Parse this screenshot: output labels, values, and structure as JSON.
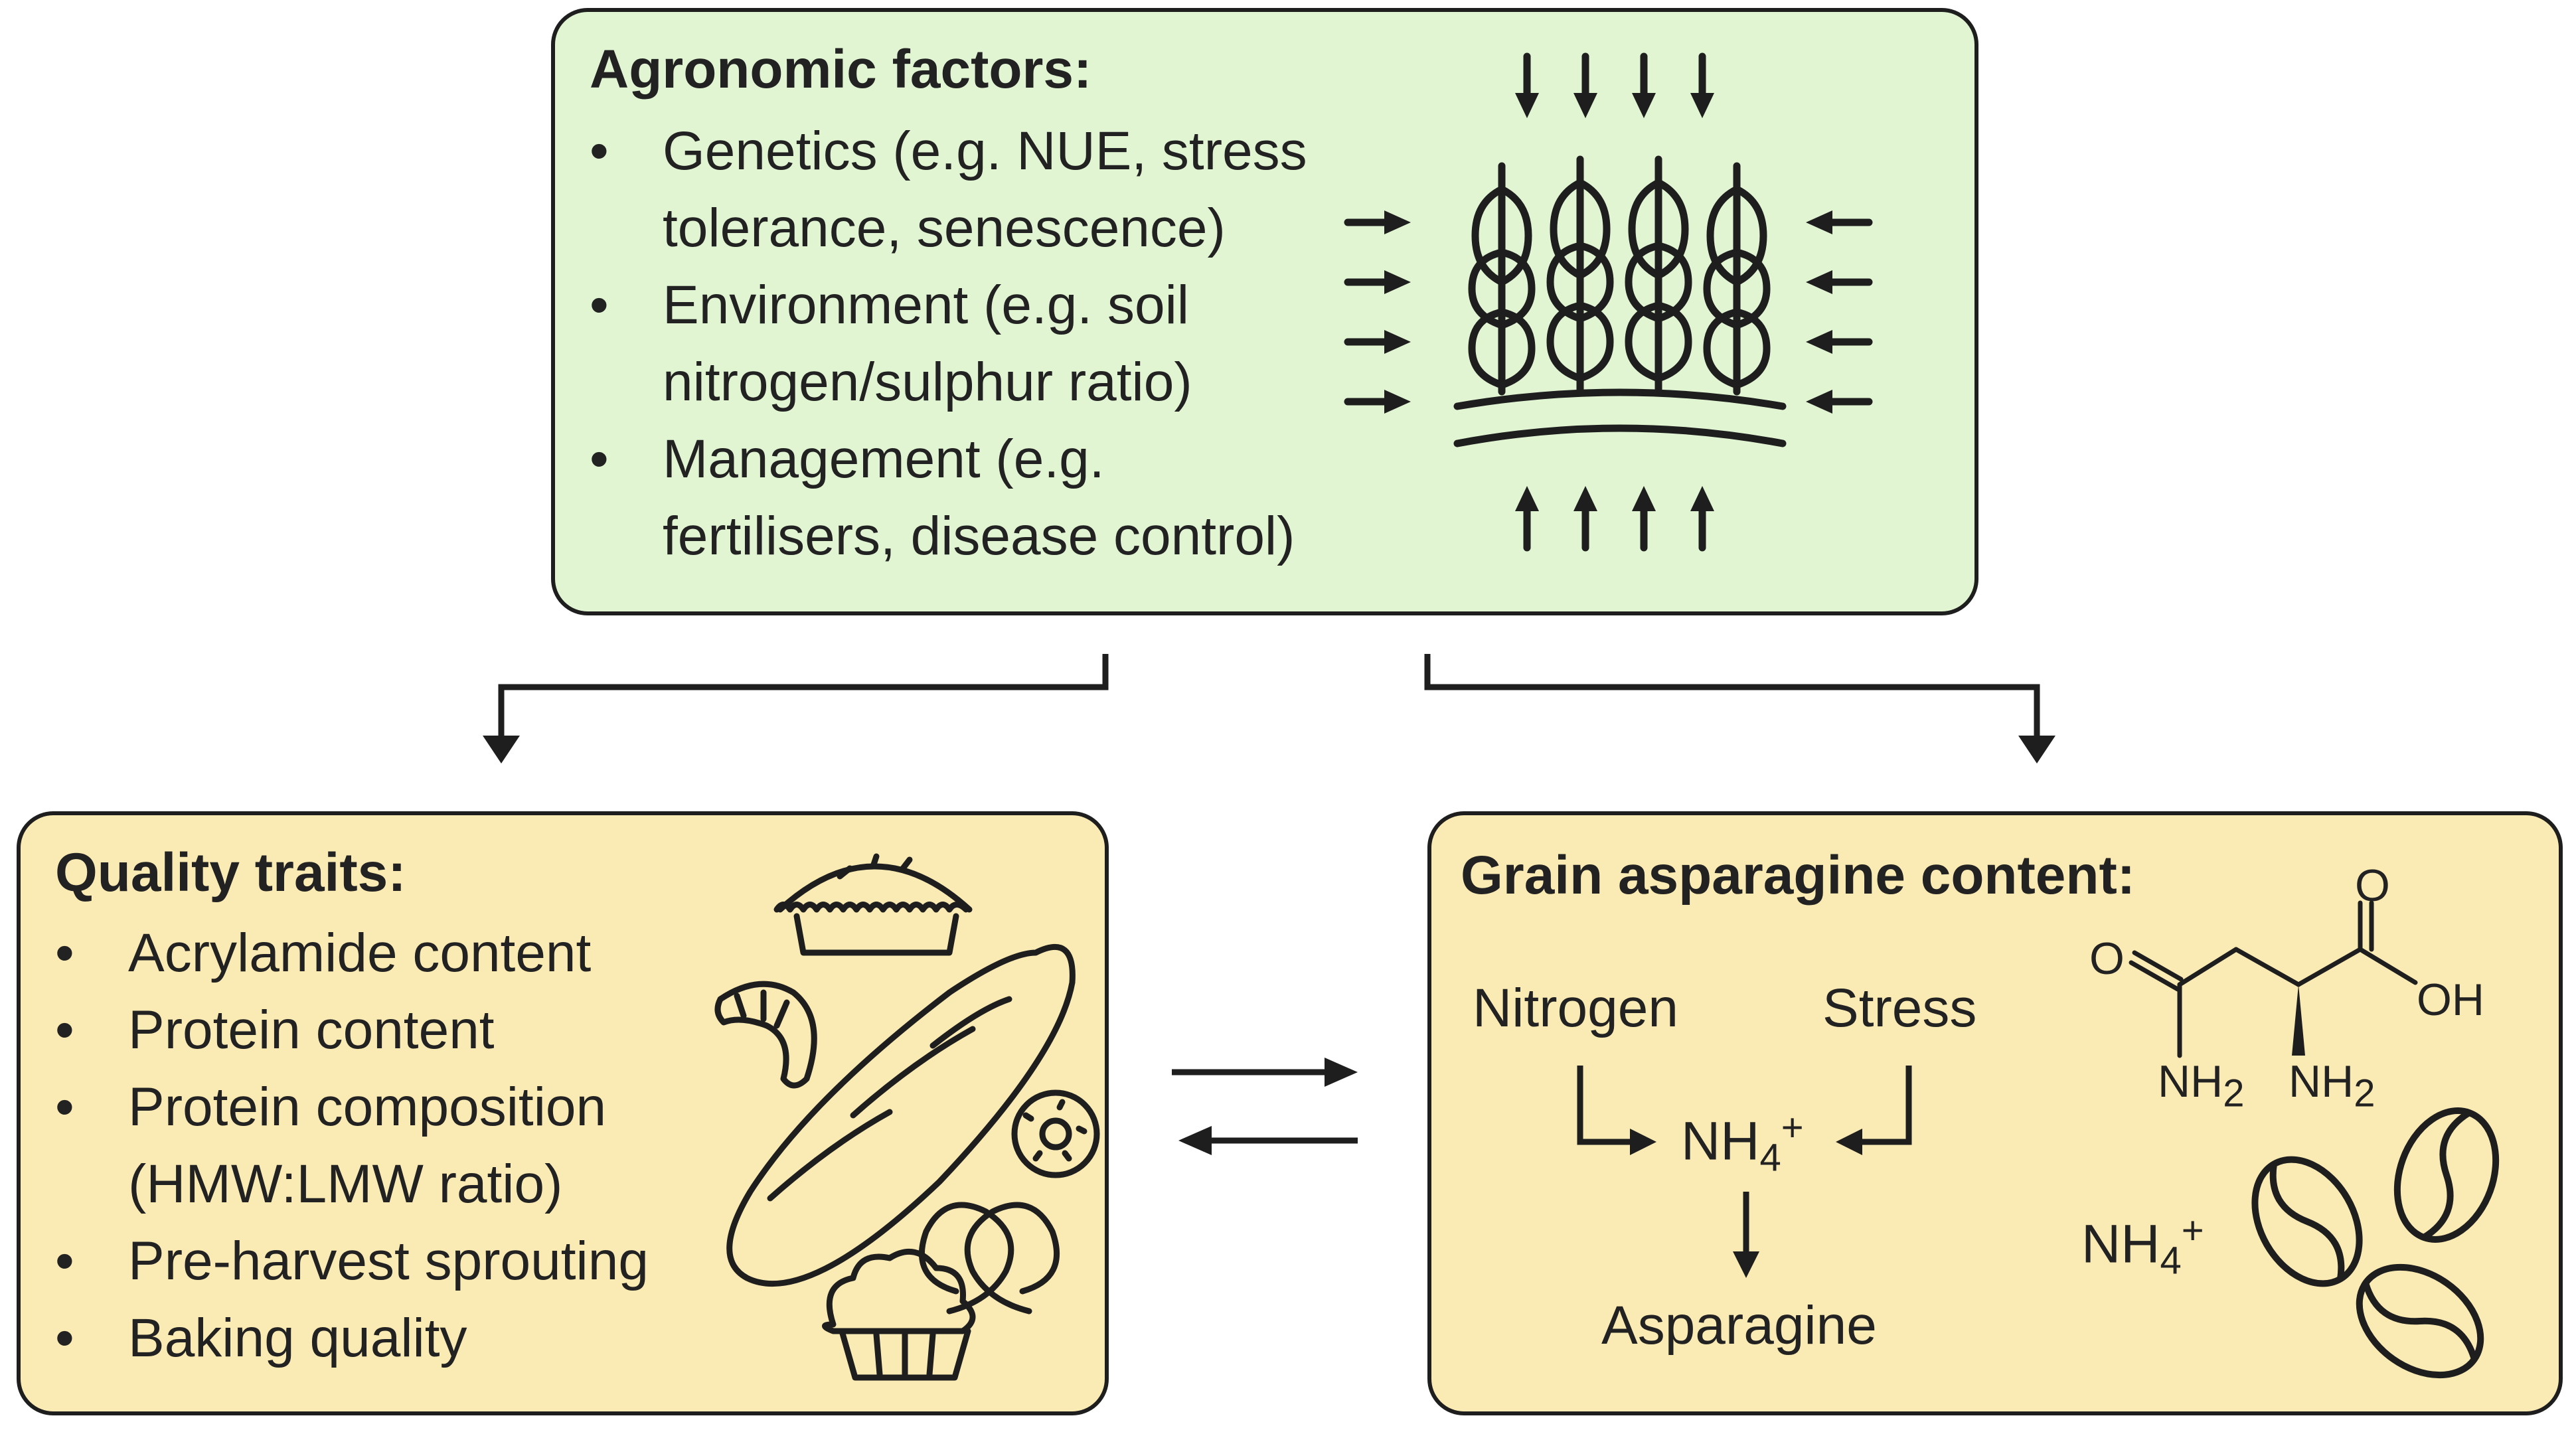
{
  "top_box": {
    "heading": "Agronomic factors:",
    "items": [
      {
        "line1": "Genetics (e.g. NUE, stress",
        "line2": "tolerance, senescence)"
      },
      {
        "line1": "Environment (e.g. soil",
        "line2": "nitrogen/sulphur ratio)"
      },
      {
        "line1": "Management (e.g.",
        "line2": "fertilisers, disease control)"
      }
    ],
    "icon": "wheat-field-icon"
  },
  "left_box": {
    "heading": "Quality traits:",
    "items": [
      {
        "line1": "Acrylamide content"
      },
      {
        "line1": "Protein content"
      },
      {
        "line1": "Protein composition",
        "line2": "(HMW:LMW ratio)"
      },
      {
        "line1": "Pre-harvest sprouting"
      },
      {
        "line1": "Baking quality"
      }
    ],
    "icons": [
      "pie-icon",
      "croissant-icon",
      "baguette-icon",
      "donut-icon",
      "pretzel-icon",
      "muffin-icon"
    ]
  },
  "right_box": {
    "heading": "Grain asparagine content:",
    "nitrogen": "Nitrogen",
    "stress": "Stress",
    "nh4_base": "NH",
    "nh4_sub": "4",
    "nh4_sup": "+",
    "asparagine": "Asparagine",
    "structure": {
      "o_top": "O",
      "o_left": "O",
      "oh": "OH",
      "nh2_left": "NH",
      "nh2_right": "NH",
      "nh2_sub": "2"
    },
    "nh4b_base": "NH",
    "nh4b_sub": "4",
    "nh4b_sup": "+",
    "icons": [
      "asparagine-structure-icon",
      "coffee-bean-icon"
    ]
  },
  "colors": {
    "top_fill": "#e1f5d3",
    "bottom_fill": "#faeab3",
    "stroke": "#1e1e1e"
  }
}
